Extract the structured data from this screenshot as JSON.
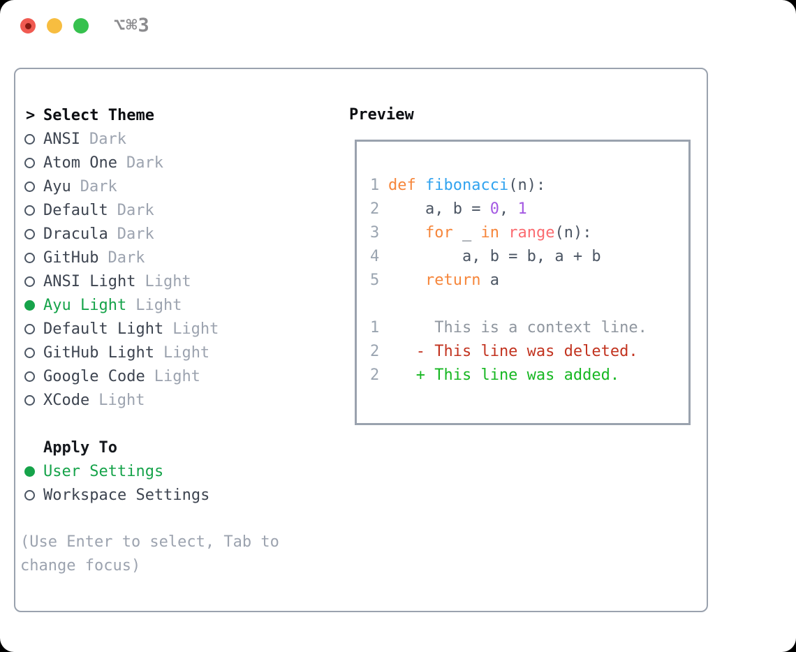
{
  "window": {
    "title": "⌥⌘3",
    "traffic_lights": [
      "close",
      "minimize",
      "zoom"
    ]
  },
  "theme_picker": {
    "header": {
      "marker": ">",
      "label": "Select Theme"
    },
    "themes": [
      {
        "name": "ANSI",
        "variant": "Dark",
        "selected": false
      },
      {
        "name": "Atom One",
        "variant": "Dark",
        "selected": false
      },
      {
        "name": "Ayu",
        "variant": "Dark",
        "selected": false
      },
      {
        "name": "Default",
        "variant": "Dark",
        "selected": false
      },
      {
        "name": "Dracula",
        "variant": "Dark",
        "selected": false
      },
      {
        "name": "GitHub",
        "variant": "Dark",
        "selected": false
      },
      {
        "name": "ANSI Light",
        "variant": "Light",
        "selected": false
      },
      {
        "name": "Ayu Light",
        "variant": "Light",
        "selected": true
      },
      {
        "name": "Default Light",
        "variant": "Light",
        "selected": false
      },
      {
        "name": "GitHub Light",
        "variant": "Light",
        "selected": false
      },
      {
        "name": "Google Code",
        "variant": "Light",
        "selected": false
      },
      {
        "name": "XCode",
        "variant": "Light",
        "selected": false
      }
    ],
    "apply_to": {
      "label": "Apply To",
      "options": [
        {
          "name": "User Settings",
          "selected": true
        },
        {
          "name": "Workspace Settings",
          "selected": false
        }
      ]
    },
    "hint_lines": [
      "(Use Enter to select, Tab to",
      "change focus)"
    ]
  },
  "preview": {
    "label": "Preview",
    "code_lines": [
      {
        "num": "1",
        "tokens": [
          {
            "t": "def",
            "c": "kw"
          },
          {
            "t": " ",
            "c": "d"
          },
          {
            "t": "fibonacci",
            "c": "fn"
          },
          {
            "t": "(n):",
            "c": "d"
          }
        ]
      },
      {
        "num": "2",
        "tokens": [
          {
            "t": "    a, b = ",
            "c": "d"
          },
          {
            "t": "0",
            "c": "num"
          },
          {
            "t": ", ",
            "c": "d"
          },
          {
            "t": "1",
            "c": "num"
          }
        ]
      },
      {
        "num": "3",
        "tokens": [
          {
            "t": "    ",
            "c": "d"
          },
          {
            "t": "for",
            "c": "kw"
          },
          {
            "t": " _ ",
            "c": "d"
          },
          {
            "t": "in",
            "c": "kw"
          },
          {
            "t": " ",
            "c": "d"
          },
          {
            "t": "range",
            "c": "bi"
          },
          {
            "t": "(n):",
            "c": "d"
          }
        ]
      },
      {
        "num": "4",
        "tokens": [
          {
            "t": "        a, b = b, a + b",
            "c": "d"
          }
        ]
      },
      {
        "num": "5",
        "tokens": [
          {
            "t": "    ",
            "c": "d"
          },
          {
            "t": "return",
            "c": "kw"
          },
          {
            "t": " a",
            "c": "d"
          }
        ]
      },
      {
        "num": "",
        "tokens": []
      },
      {
        "num": "1",
        "tokens": [
          {
            "t": "     This is a context line.",
            "c": "ctx"
          }
        ]
      },
      {
        "num": "2",
        "tokens": [
          {
            "t": "   - This line was deleted.",
            "c": "del"
          }
        ]
      },
      {
        "num": "2",
        "tokens": [
          {
            "t": "   + This line was added.",
            "c": "add"
          }
        ]
      }
    ]
  },
  "colors": {
    "accent_green": "#16a34a",
    "added_green": "#17b722",
    "deleted_red": "#c2331f",
    "keyword_orange": "#f6863b",
    "function_blue": "#31a3ef",
    "number_purple": "#a358e2",
    "builtin_pink": "#fb6b70",
    "code_default": "#4b5563",
    "line_number_gray": "#9aa4b0",
    "muted_gray": "#9ca3af",
    "border_gray": "#9aa2ae",
    "traffic_red": "#f05a51",
    "traffic_yellow": "#f7bd40",
    "traffic_green": "#36c14e"
  }
}
